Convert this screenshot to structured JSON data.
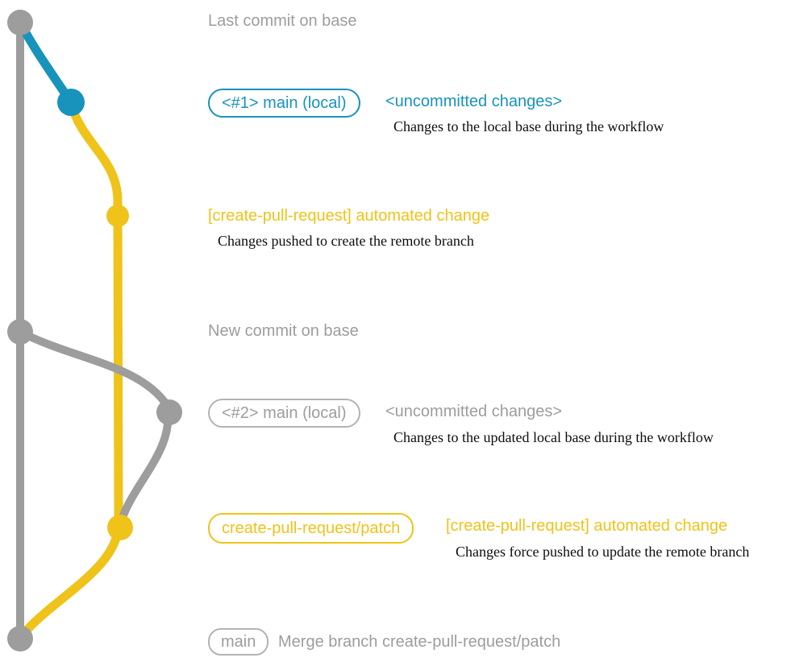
{
  "colors": {
    "bg": "#ffffff",
    "gray": "#9d9d9d",
    "gray_light": "#b3b3b3",
    "blue": "#1793bc",
    "yellow": "#efc31a",
    "ink": "#0d0d0d"
  },
  "annotations": {
    "last_commit_label": "Last commit on base",
    "branch1_tag": "<#1> main (local)",
    "branch1_status": "<uncommitted changes>",
    "branch1_desc": "Changes to the local base during the workflow",
    "push1_label": "[create-pull-request] automated change",
    "push1_desc": "Changes pushed to create the remote branch",
    "new_commit_label": "New commit on base",
    "branch2_tag": "<#2> main (local)",
    "branch2_status": "<uncommitted changes>",
    "branch2_desc": "Changes to the updated local base during the workflow",
    "patch_branch_tag": "create-pull-request/patch",
    "push2_label": "[create-pull-request] automated change",
    "push2_desc": "Changes force pushed to update the remote branch",
    "merge_tag": "main",
    "merge_label": "Merge branch create-pull-request/patch"
  }
}
